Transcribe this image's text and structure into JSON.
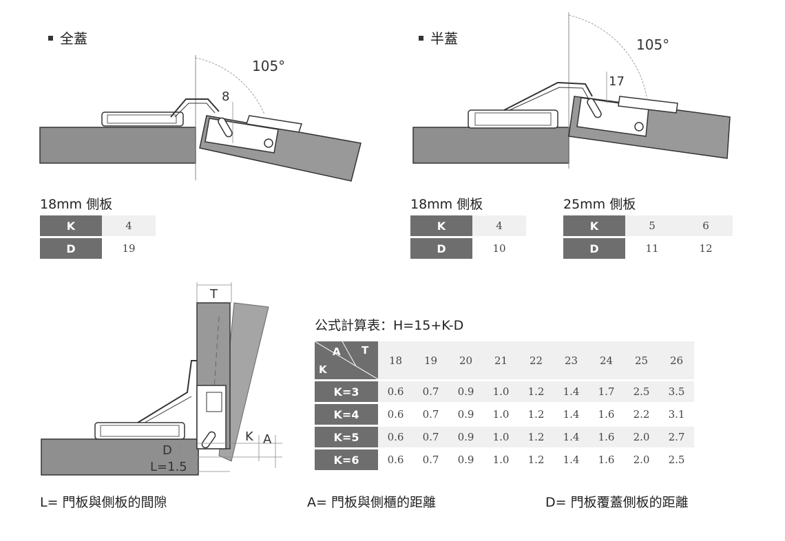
{
  "sections": {
    "full_overlay": {
      "title": "全蓋",
      "angle": "105°",
      "dim": "8"
    },
    "half_overlay": {
      "title": "半蓋",
      "angle": "105°",
      "dim": "17"
    }
  },
  "tables": {
    "t18_full": {
      "caption": "18mm 側板",
      "k_label": "K",
      "d_label": "D",
      "k": [
        "4"
      ],
      "d": [
        "19"
      ]
    },
    "t18_half": {
      "caption": "18mm 側板",
      "k_label": "K",
      "d_label": "D",
      "k": [
        "4"
      ],
      "d": [
        "10"
      ]
    },
    "t25_half": {
      "caption": "25mm 側板",
      "k_label": "K",
      "d_label": "D",
      "k": [
        "5",
        "6"
      ],
      "d": [
        "11",
        "12"
      ]
    }
  },
  "side_diagram": {
    "t": "T",
    "k": "K",
    "a": "A",
    "d": "D",
    "l": "L=1.5"
  },
  "formula": {
    "title": "公式計算表：H=15+K-D",
    "corner_a": "A",
    "corner_t": "T",
    "corner_k": "K",
    "columns": [
      "18",
      "19",
      "20",
      "21",
      "22",
      "23",
      "24",
      "25",
      "26"
    ],
    "rows": [
      {
        "label": "K=3",
        "values": [
          "0.6",
          "0.7",
          "0.9",
          "1.0",
          "1.2",
          "1.4",
          "1.7",
          "2.5",
          "3.5"
        ]
      },
      {
        "label": "K=4",
        "values": [
          "0.6",
          "0.7",
          "0.9",
          "1.0",
          "1.2",
          "1.4",
          "1.6",
          "2.2",
          "3.1"
        ]
      },
      {
        "label": "K=5",
        "values": [
          "0.6",
          "0.7",
          "0.9",
          "1.0",
          "1.2",
          "1.4",
          "1.6",
          "2.0",
          "2.7"
        ]
      },
      {
        "label": "K=6",
        "values": [
          "0.6",
          "0.7",
          "0.9",
          "1.0",
          "1.2",
          "1.4",
          "1.6",
          "2.0",
          "2.5"
        ]
      }
    ]
  },
  "legend": {
    "l": "L= 門板與側板的間隙",
    "a": "A= 門板與側櫃的距離",
    "d": "D= 門板覆蓋側板的距離"
  }
}
